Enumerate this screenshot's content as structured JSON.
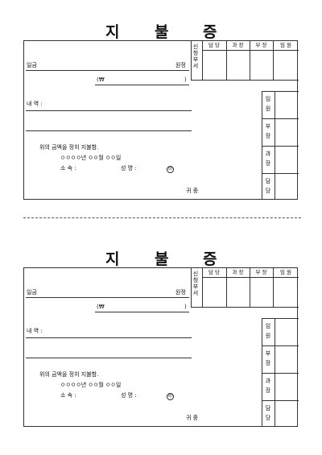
{
  "voucher": {
    "title_chars": [
      "지",
      "불",
      "증"
    ],
    "dept_label": "신청부서",
    "approval_headers": [
      "담 당",
      "과 장",
      "부 장",
      "임 원"
    ],
    "amount_label": "일금",
    "amount_suffix": "원정",
    "won_prefix": "(₩",
    "won_suffix": ")",
    "detail_label": "내  역 :",
    "confirm_text": "위의 금액을 정히 지불함.",
    "date_text": "ㅇㅇㅇㅇ년 ㅇㅇ월 ㅇㅇ일",
    "affiliation_label": "소  속 :",
    "name_label": "성  명 :",
    "seal_mark": "印",
    "recipient_text": "귀  중",
    "side_labels": [
      [
        "임",
        "원"
      ],
      [
        "부",
        "장"
      ],
      [
        "과",
        "장"
      ],
      [
        "담",
        "당"
      ]
    ]
  },
  "divider": "dashed-cut-line"
}
